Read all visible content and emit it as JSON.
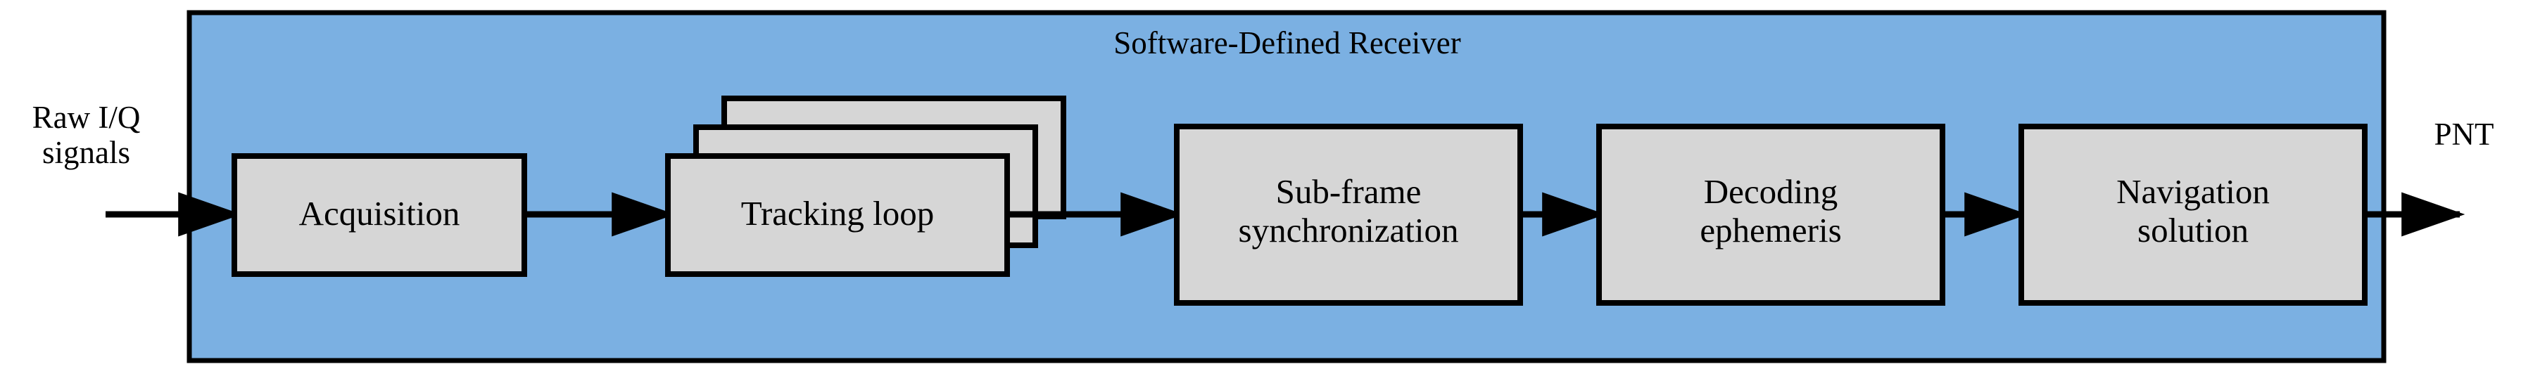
{
  "diagram": {
    "type": "block-flow",
    "title": "Software-Defined Receiver",
    "container": {
      "label": "Software-Defined Receiver",
      "fill_color": "#7BB0E2",
      "border_color": "#000000"
    },
    "block_fill_color": "#D6D6D6",
    "block_border_color": "#000000",
    "input": {
      "label": "Raw I/Q\nsignals",
      "arrow": "input-arrow"
    },
    "output": {
      "label": "PNT",
      "arrow": "output-arrow"
    },
    "blocks": [
      {
        "id": "acquisition",
        "label": "Acquisition",
        "stacked": false
      },
      {
        "id": "tracking-loop",
        "label": "Tracking loop",
        "stacked": true,
        "stack_count": 3
      },
      {
        "id": "subframe-sync",
        "label": "Sub-frame\nsynchronization",
        "stacked": false
      },
      {
        "id": "decoding-ephemeris",
        "label": "Decoding\nephemeris",
        "stacked": false
      },
      {
        "id": "navigation-solution",
        "label": "Navigation\nsolution",
        "stacked": false
      }
    ],
    "connections": [
      {
        "from": "input",
        "to": "acquisition"
      },
      {
        "from": "acquisition",
        "to": "tracking-loop"
      },
      {
        "from": "tracking-loop",
        "to": "subframe-sync"
      },
      {
        "from": "subframe-sync",
        "to": "decoding-ephemeris"
      },
      {
        "from": "decoding-ephemeris",
        "to": "navigation-solution"
      },
      {
        "from": "navigation-solution",
        "to": "output"
      }
    ]
  }
}
